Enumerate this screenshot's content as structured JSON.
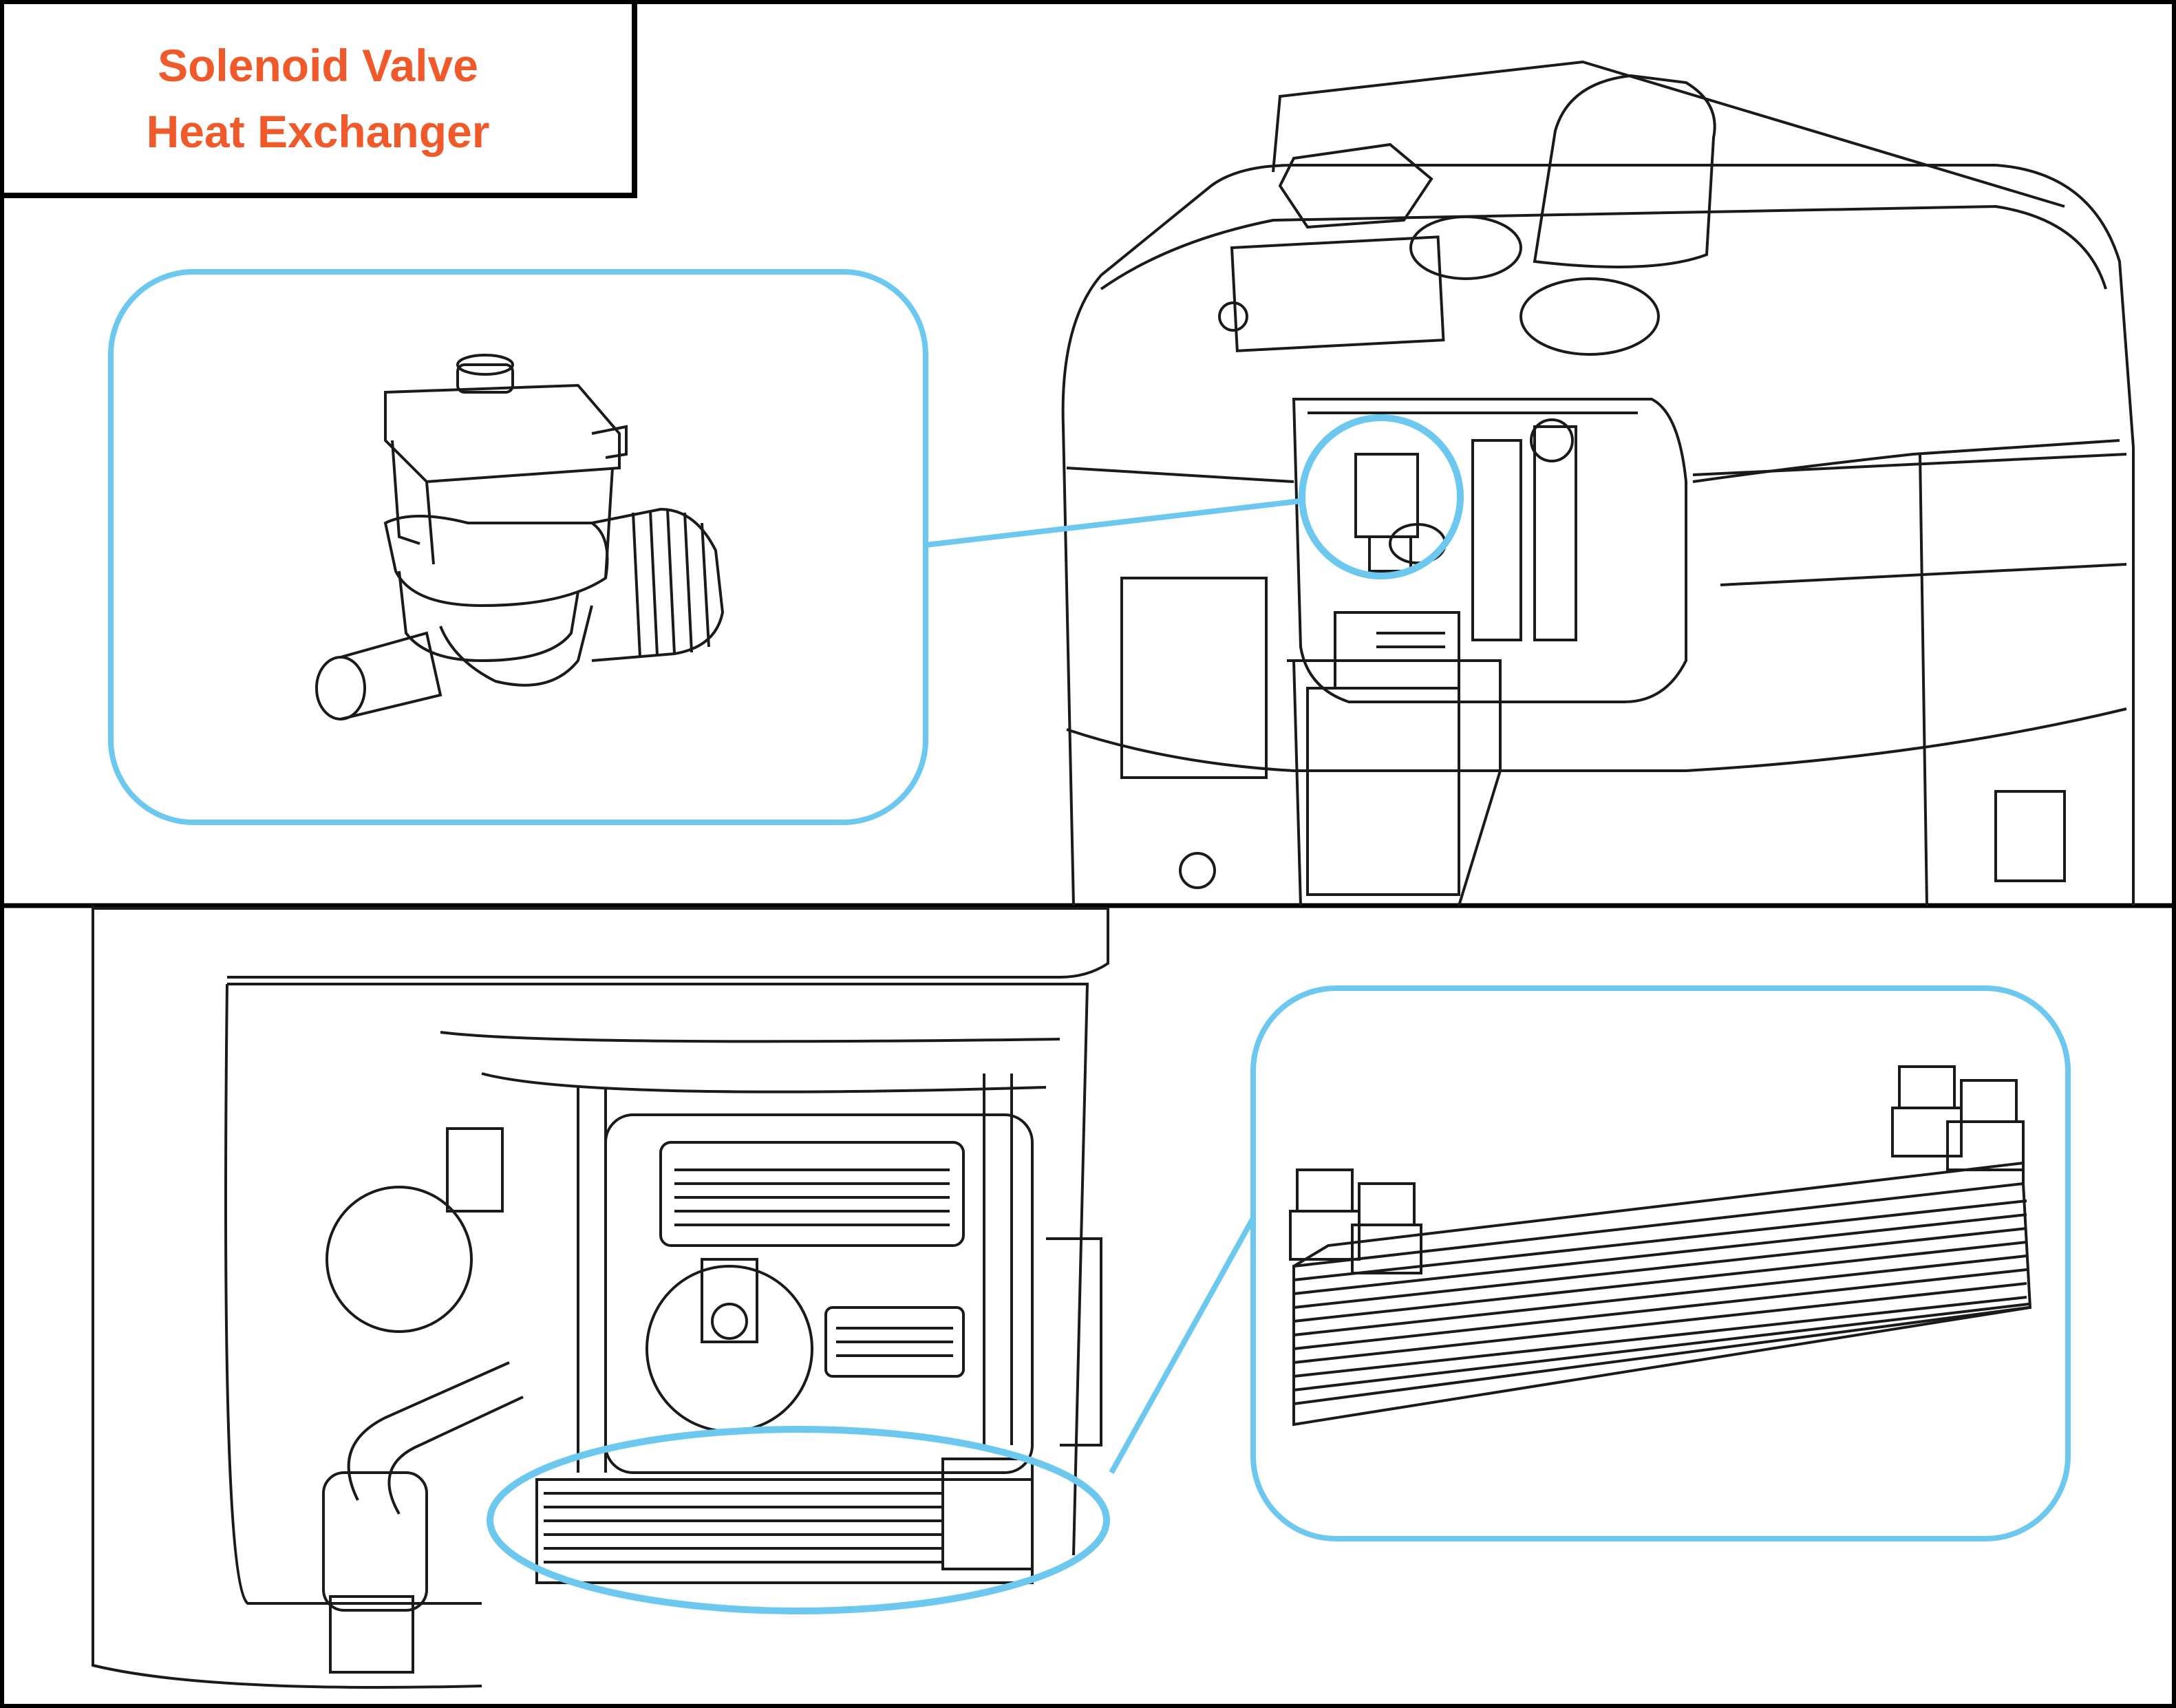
{
  "title": {
    "lines": [
      "Solenoid Valve",
      "Heat Exchanger"
    ]
  },
  "colors": {
    "title": "#F05A2A",
    "callout": "#6CC8EE",
    "frame": "#000000",
    "line_art": "#1a1a1a"
  },
  "panels": [
    {
      "subject": "solenoid-valve"
    },
    {
      "subject": "heat-exchanger"
    }
  ]
}
